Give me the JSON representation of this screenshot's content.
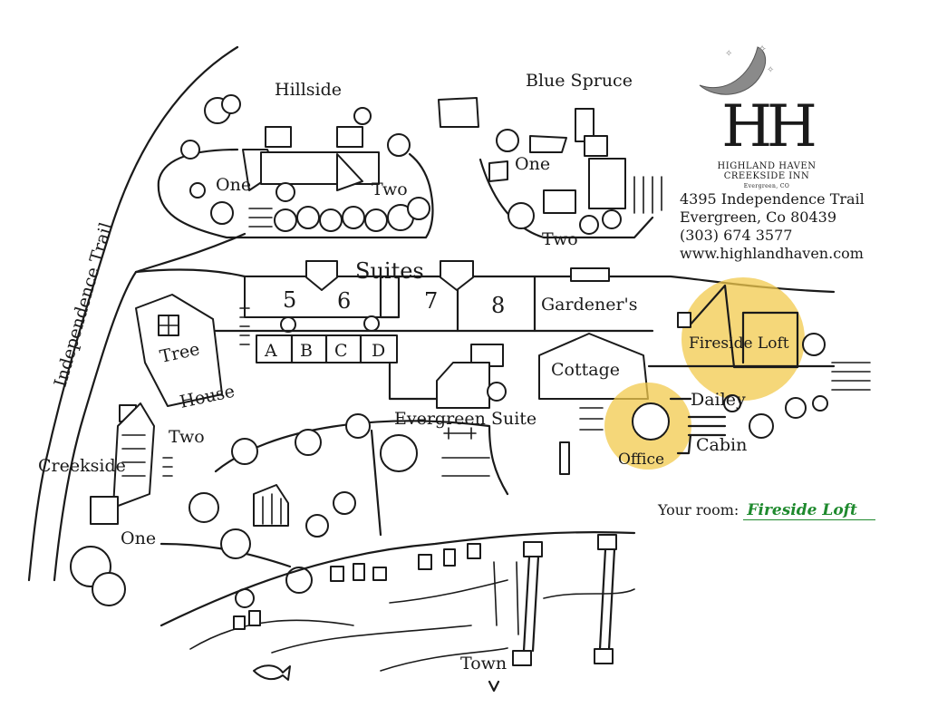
{
  "brand": {
    "logo_mark": "HH",
    "name_line1": "HIGHLAND HAVEN",
    "name_line2": "CREEKSIDE INN",
    "town": "Evergreen, CO",
    "address_line1": "4395 Independence Trail",
    "address_line2": "Evergreen, Co 80439",
    "phone": "(303) 674 3577",
    "website": "www.highlandhaven.com"
  },
  "your_room": {
    "label": "Your room:",
    "value": "Fireside Loft"
  },
  "map": {
    "road": "Independence Trail",
    "hillside": {
      "title": "Hillside",
      "one": "One",
      "two": "Two"
    },
    "blue_spruce": {
      "title": "Blue Spruce",
      "one": "One",
      "two": "Two"
    },
    "suites": {
      "title": "Suites",
      "numbers": [
        "5",
        "6",
        "7",
        "8"
      ],
      "letters": [
        "A",
        "B",
        "C",
        "D"
      ]
    },
    "tree_house": {
      "line1": "Tree",
      "line2": "House"
    },
    "gardeners_cottage": {
      "line1": "Gardener's",
      "line2": "Cottage"
    },
    "fireside_loft": "Fireside Loft",
    "dailey_cabin": {
      "line1": "Dailey",
      "line2": "Cabin"
    },
    "office": "Office",
    "evergreen_suite": "Evergreen Suite",
    "creekside": {
      "title": "Creekside",
      "one": "One",
      "two": "Two"
    },
    "town": "Town",
    "highlight_color": "#f2c94c"
  }
}
